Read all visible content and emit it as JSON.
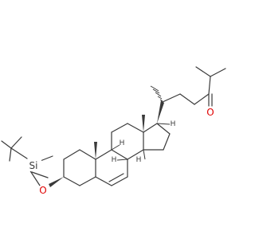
{
  "molecule": {
    "atom_labels": {
      "oxygen_ether": "O",
      "silicon": "Si",
      "oxygen_ketone": "O",
      "h_8": "H",
      "h_9": "H",
      "h_14": "H",
      "h_17": "H"
    },
    "colors": {
      "bond": "#3a3a3a",
      "oxygen": "#e00000",
      "background": "#ffffff"
    }
  }
}
